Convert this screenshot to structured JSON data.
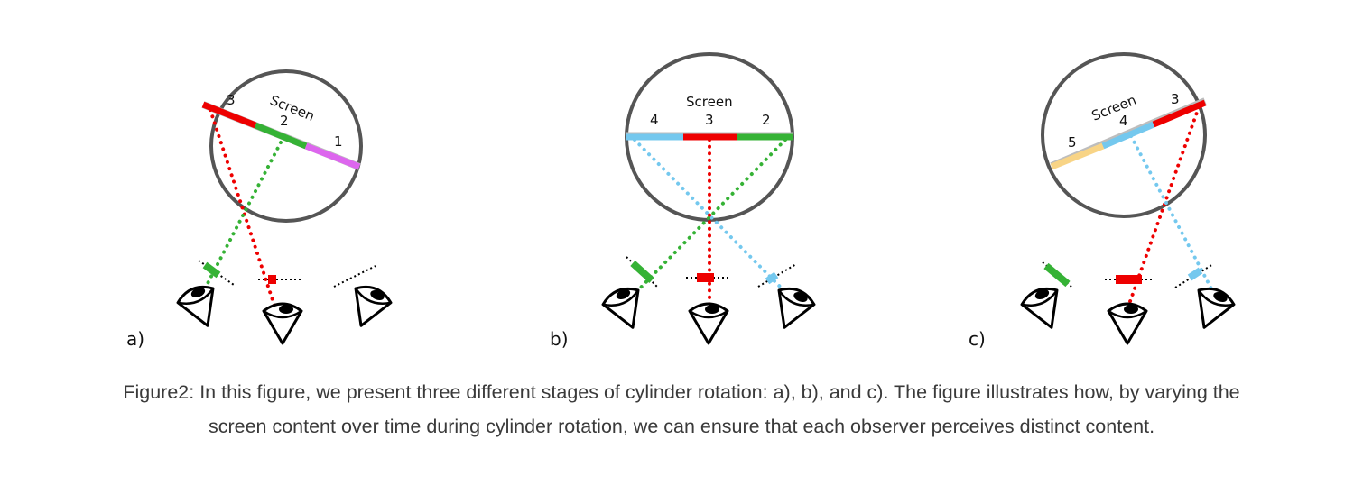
{
  "colors": {
    "cylinder": "#555555",
    "screen_base": "#bdbdbd",
    "red": "#ee0000",
    "green": "#35b235",
    "magenta": "#dd66ee",
    "blue": "#74c8ee",
    "yellow": "#f8d486",
    "ink": "#000000"
  },
  "panels": [
    {
      "letter": "a)",
      "screen_label": "Screen",
      "segments": [
        {
          "label": "3",
          "color": "red"
        },
        {
          "label": "2",
          "color": "green"
        },
        {
          "label": "1",
          "color": "magenta"
        }
      ]
    },
    {
      "letter": "b)",
      "screen_label": "Screen",
      "segments": [
        {
          "label": "4",
          "color": "blue"
        },
        {
          "label": "3",
          "color": "red"
        },
        {
          "label": "2",
          "color": "green"
        }
      ]
    },
    {
      "letter": "c)",
      "screen_label": "Screen",
      "segments": [
        {
          "label": "5",
          "color": "yellow"
        },
        {
          "label": "4",
          "color": "blue"
        },
        {
          "label": "3",
          "color": "red"
        }
      ]
    }
  ],
  "caption": {
    "line1": "Figure2: In this figure, we present three different stages of cylinder rotation: a), b), and c). The figure illustrates how, by varying the",
    "line2": "screen content over time during cylinder rotation, we can ensure that each observer perceives distinct content."
  }
}
